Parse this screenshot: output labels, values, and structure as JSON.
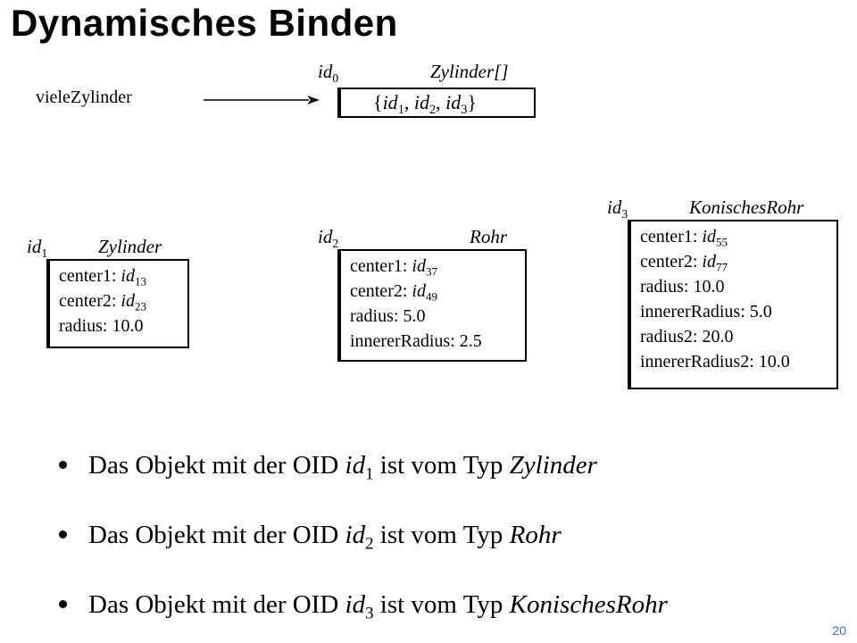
{
  "title": "Dynamisches Binden",
  "diagram": {
    "variable_label": "vieleZylinder",
    "array": {
      "oid_base": "id",
      "oid_sub": "0",
      "type": "Zylinder[]",
      "content": {
        "open": "{",
        "items": [
          {
            "base": "id",
            "sub": "1"
          },
          {
            "base": "id",
            "sub": "2"
          },
          {
            "base": "id",
            "sub": "3"
          }
        ],
        "sep": ", ",
        "close": "}"
      }
    },
    "objects": [
      {
        "oid_base": "id",
        "oid_sub": "1",
        "type": "Zylinder",
        "fields": [
          {
            "name": "center1: ",
            "ref_base": "id",
            "ref_sub": "13",
            "value": ""
          },
          {
            "name": "center2: ",
            "ref_base": "id",
            "ref_sub": "23",
            "value": ""
          },
          {
            "name": "radius: ",
            "ref_base": "",
            "ref_sub": "",
            "value": "10.0"
          }
        ]
      },
      {
        "oid_base": "id",
        "oid_sub": "2",
        "type": "Rohr",
        "fields": [
          {
            "name": "center1: ",
            "ref_base": "id",
            "ref_sub": "37",
            "value": ""
          },
          {
            "name": "center2: ",
            "ref_base": "id",
            "ref_sub": "49",
            "value": ""
          },
          {
            "name": "radius: ",
            "ref_base": "",
            "ref_sub": "",
            "value": "5.0"
          },
          {
            "name": "innererRadius: ",
            "ref_base": "",
            "ref_sub": "",
            "value": "2.5"
          }
        ]
      },
      {
        "oid_base": "id",
        "oid_sub": "3",
        "type": "KonischesRohr",
        "fields": [
          {
            "name": "center1: ",
            "ref_base": "id",
            "ref_sub": "55",
            "value": ""
          },
          {
            "name": "center2: ",
            "ref_base": "id",
            "ref_sub": "77",
            "value": ""
          },
          {
            "name": "radius: ",
            "ref_base": "",
            "ref_sub": "",
            "value": "10.0"
          },
          {
            "name": "innererRadius: ",
            "ref_base": "",
            "ref_sub": "",
            "value": "5.0"
          },
          {
            "name": "radius2: ",
            "ref_base": "",
            "ref_sub": "",
            "value": "20.0"
          },
          {
            "name": "innererRadius2: ",
            "ref_base": "",
            "ref_sub": "",
            "value": "10.0"
          }
        ]
      }
    ]
  },
  "bullets": [
    {
      "prefix": "Das Objekt mit der OID ",
      "oid_base": "id",
      "oid_sub": "1",
      "middle": " ist vom Typ ",
      "type": "Zylinder"
    },
    {
      "prefix": "Das Objekt mit der OID ",
      "oid_base": "id",
      "oid_sub": "2",
      "middle": " ist vom Typ ",
      "type": "Rohr"
    },
    {
      "prefix": "Das Objekt mit der OID ",
      "oid_base": "id",
      "oid_sub": "3",
      "middle": " ist vom Typ ",
      "type": "KonischesRohr"
    }
  ],
  "page_number": "20"
}
